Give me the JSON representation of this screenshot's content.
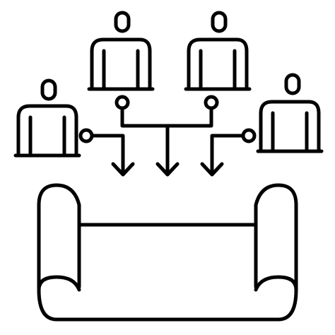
{
  "icon": {
    "name": "team-collaboration-document-icon",
    "stroke_color": "#000000",
    "background_color": "#ffffff",
    "parts": {
      "people": [
        "person-top-left",
        "person-top-right",
        "person-left",
        "person-right"
      ],
      "connectors": [
        "connector-left",
        "connector-center-left",
        "connector-center-right",
        "connector-right"
      ],
      "arrows": [
        "arrow-left",
        "arrow-center",
        "arrow-right"
      ],
      "document": "scroll-document-icon"
    }
  }
}
